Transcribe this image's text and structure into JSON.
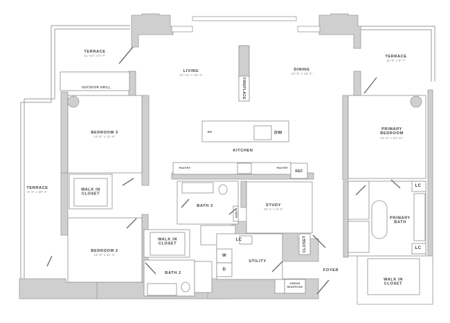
{
  "plan": {
    "colors": {
      "wall_fill": "#cfcfcf",
      "wall_stroke": "#9a9a9a",
      "line": "#8c8c8c",
      "text": "#3a3a3a",
      "dim_text": "#8a8a8a",
      "background": "#ffffff"
    },
    "rooms": {
      "terrace_nw": {
        "name": "TERRACE",
        "dim": "11'-10\" x 9'-7\""
      },
      "terrace_ne": {
        "name": "TERRACE",
        "dim": "11'-6\" x 9'-7\""
      },
      "terrace_w": {
        "name": "TERRACE",
        "dim": "5'-3\" x 29'-4\""
      },
      "living": {
        "name": "LIVING",
        "dim": "13'-11\" x 15'-4\""
      },
      "dining": {
        "name": "DINING",
        "dim": "13'-8\" x 15'-4\""
      },
      "bedroom3": {
        "name": "BEDROOM 3",
        "dim": "13'-0\" x 12'-9\""
      },
      "primary_bedroom": {
        "name_line1": "PRIMARY",
        "name_line2": "BEDROOM",
        "dim": "13'-0\" x 13'-11\""
      },
      "kitchen": {
        "name": "KITCHEN"
      },
      "bedroom2": {
        "name": "BEDROOM 2",
        "dim": "13'-0\" x 11'-2\""
      },
      "study": {
        "name": "STUDY",
        "dim": "10'-1\" x 8'-2\""
      },
      "bath3": {
        "name": "BATH 3"
      },
      "bath2": {
        "name": "BATH 2"
      },
      "primary_bath": {
        "name_line1": "PRIMARY",
        "name_line2": "BATH"
      },
      "utility": {
        "name": "UTILITY"
      },
      "foyer": {
        "name": "FOYER"
      },
      "walkin_closet_bed3": {
        "name_line1": "WALK IN",
        "name_line2": "CLOSET"
      },
      "walkin_closet_bed2": {
        "name_line1": "WALK IN",
        "name_line2": "CLOSET"
      },
      "walkin_closet_primary": {
        "name_line1": "WALK IN",
        "name_line2": "CLOSET"
      }
    },
    "fixtures": {
      "outdoor_grill": "OUTDOOR GRILL",
      "fireplace": "FIREPLACE",
      "wr": "WR",
      "dw": "DW",
      "pantry_left": "PANTRY",
      "pantry_right": "PANTRY",
      "ref": "REF",
      "linen": "LINEN",
      "lc_utility": "LC",
      "lc_primary_top": "LC",
      "lc_primary_bottom": "LC",
      "washer": "W",
      "dryer": "D",
      "closet_foyer": "CLOSET",
      "urban_mudroom_line1": "URBAN",
      "urban_mudroom_line2": "MUDROOM"
    }
  }
}
